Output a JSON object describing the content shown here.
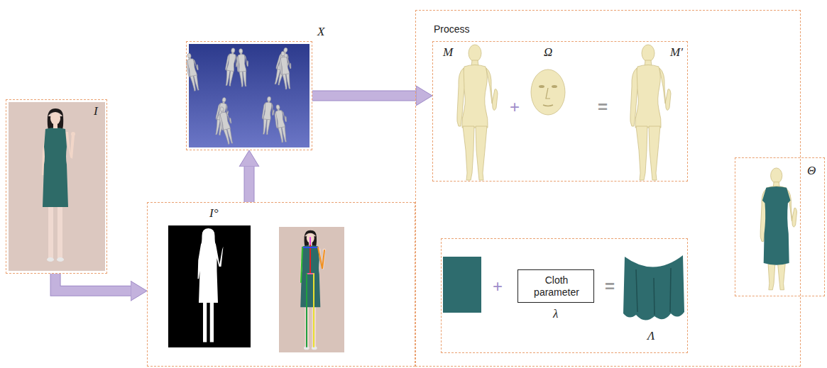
{
  "diagram": {
    "nodes": [
      {
        "text": [
          "I"
        ]
      },
      {
        "text": [
          "X"
        ]
      },
      {
        "text": [
          "I°"
        ]
      },
      {
        "text": [
          "Process"
        ]
      },
      {
        "text": [
          "M",
          "+",
          "Ω",
          "=",
          "M′"
        ],
        "in": 3
      },
      {
        "text": [
          "+",
          "=",
          "Λ"
        ],
        "in": 3
      },
      {
        "text": [
          "Cloth parameter",
          "λ"
        ],
        "in": 5
      },
      {
        "text": [
          "Θ"
        ]
      }
    ],
    "edges": [
      {
        "from": 0,
        "to": 2,
        "arrow": "to"
      },
      {
        "from": 2,
        "to": 1,
        "arrow": "to"
      },
      {
        "from": 1,
        "to": 4,
        "arrow": "to"
      }
    ]
  }
}
